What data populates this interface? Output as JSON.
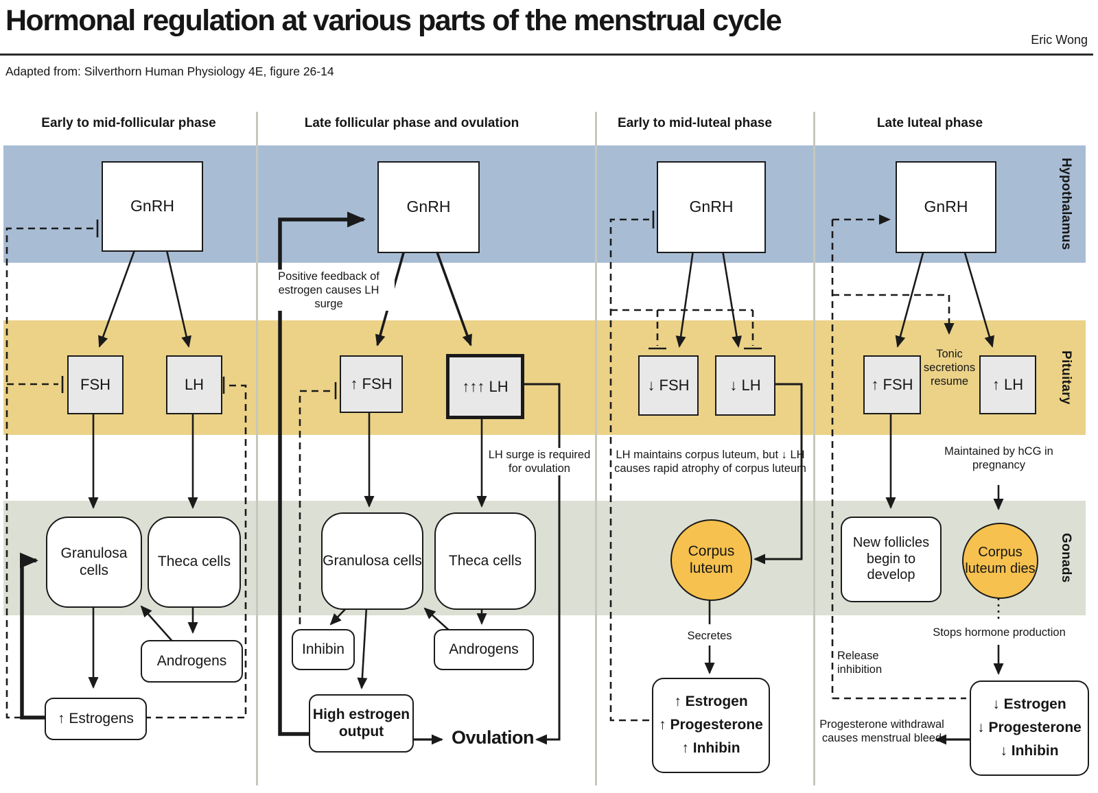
{
  "page": {
    "title": "Hormonal regulation at various parts of the menstrual cycle",
    "author": "Eric Wong",
    "subtitle": "Adapted from: Silverthorn Human Physiology 4E, figure 26-14"
  },
  "bands": {
    "hypothalamus": {
      "label": "Hypothalamus",
      "color": "#a8bcd4"
    },
    "pituitary": {
      "label": "Pituitary",
      "color": "#ebd287"
    },
    "gonads": {
      "label": "Gonads",
      "color": "#dcdfd3"
    }
  },
  "colors": {
    "corpus_luteum": "#f6c14e",
    "gland_box": "#e8e8e8",
    "separator": "#c5c8bd",
    "line": "#1a1a1a"
  },
  "columns": [
    {
      "title": "Early to mid-follicular phase",
      "gnrh": "GnRH",
      "fsh": "FSH",
      "lh": "LH",
      "granulosa": "Granulosa cells",
      "theca": "Theca cells",
      "androgens": "Androgens",
      "estrogens": "↑ Estrogens"
    },
    {
      "title": "Late follicular phase and ovulation",
      "gnrh": "GnRH",
      "fsh": "↑ FSH",
      "lh": "↑↑↑ LH",
      "granulosa": "Granulosa cells",
      "theca": "Theca cells",
      "inhibin": "Inhibin",
      "androgens": "Androgens",
      "high_estrogen": "High estrogen output",
      "ovulation": "Ovulation",
      "note_feedback": "Positive feedback of estrogen causes LH surge",
      "note_lh_surge": "LH surge is required for ovulation"
    },
    {
      "title": "Early to mid-luteal phase",
      "gnrh": "GnRH",
      "fsh": "↓ FSH",
      "lh": "↓ LH",
      "corpus_luteum": "Corpus luteum",
      "secretes": "Secretes",
      "hormones": [
        "↑ Estrogen",
        "↑ Progesterone",
        "↑ Inhibin"
      ],
      "note_lh_maintains": "LH maintains corpus luteum, but ↓ LH causes rapid atrophy of corpus luteum"
    },
    {
      "title": "Late luteal phase",
      "gnrh": "GnRH",
      "fsh": "↑ FSH",
      "lh": "↑ LH",
      "tonic": "Tonic secretions resume",
      "new_follicles": "New follicles begin to develop",
      "corpus_dies": "Corpus luteum dies",
      "maintained": "Maintained by hCG in pregnancy",
      "stops": "Stops hormone production",
      "release": "Release inhibition",
      "hormones": [
        "↓ Estrogen",
        "↓ Progesterone",
        "↓ Inhibin"
      ],
      "withdrawal": "Progesterone withdrawal causes menstrual bleed"
    }
  ]
}
